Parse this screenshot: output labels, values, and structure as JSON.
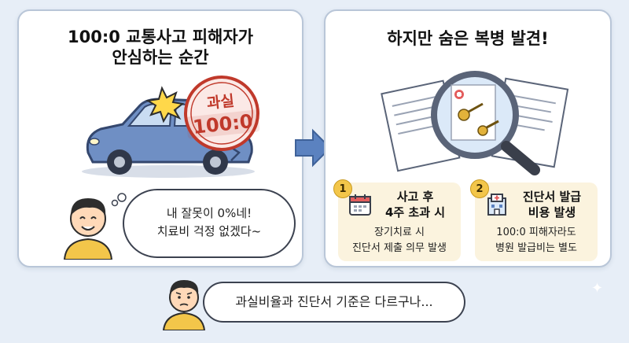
{
  "left_panel": {
    "title_line1": "100:0 교통사고 피해자가",
    "title_line2": "안심하는 순간",
    "stamp_line1": "과실",
    "stamp_line2": "100:0",
    "bubble_line1": "내 잘못이 0%네!",
    "bubble_line2": "치료비 걱정 없겠다~"
  },
  "right_panel": {
    "title": "하지만 숨은 복병 발견!",
    "cards": [
      {
        "number": "1",
        "icon": "calendar-icon",
        "title_line1": "사고 후",
        "title_line2": "4주 초과 시",
        "desc_line1": "장기치료 시",
        "desc_line2": "진단서 제출 의무 발생"
      },
      {
        "number": "2",
        "icon": "hospital-icon",
        "title_line1": "진단서 발급",
        "title_line2": "비용 발생",
        "desc_line1": "100:0 피해자라도",
        "desc_line2": "병원 발급비는 별도"
      }
    ]
  },
  "bottom": {
    "bubble_text": "과실비율과 진단서 기준은 다르구나..."
  },
  "colors": {
    "background": "#e7eef7",
    "card": "#fbf3de",
    "badge": "#f3c64a",
    "stamp": "#c0392b",
    "arrow": "#5b82c0"
  }
}
